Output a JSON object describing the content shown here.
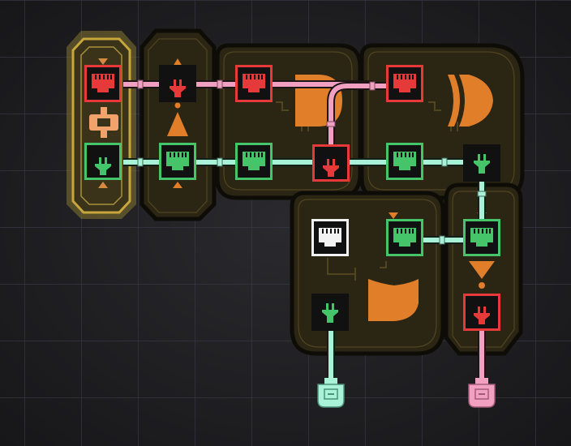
{
  "game": {
    "colors": {
      "background": "#1f1f22",
      "grid_line": "#3a3a48",
      "board_fill": "#2b2513",
      "board_border": "#0e0c07",
      "board_trace": "#514520",
      "symbol_orange": "#e07e2a",
      "red_wire": "#f2a0c2",
      "green_wire": "#a9f2d7",
      "red_port": "#e63a3a",
      "green_port": "#45c46a",
      "white_port": "#f2f2f2",
      "selector_gold": "#c7a63a"
    },
    "modules": [
      {
        "id": "selector-module",
        "state": "selected",
        "icon": "switch-icon"
      },
      {
        "id": "splitter-module",
        "symbol": "triangle"
      },
      {
        "id": "and-gate-module",
        "symbol": "and-gate"
      },
      {
        "id": "xor-gate-module",
        "symbol": "xor-gate"
      },
      {
        "id": "or-gate-module",
        "symbol": "or-gate"
      },
      {
        "id": "not-gate-module",
        "symbol": "triangle-down"
      }
    ],
    "ports": [
      {
        "id": "selector-out-top",
        "color": "red",
        "type": "socket"
      },
      {
        "id": "selector-out-bottom",
        "color": "green",
        "type": "plug"
      },
      {
        "id": "splitter-top",
        "color": "red",
        "type": "plug"
      },
      {
        "id": "splitter-bottom",
        "color": "green",
        "type": "socket"
      },
      {
        "id": "and-in-top",
        "color": "red",
        "type": "socket"
      },
      {
        "id": "and-in-bottom",
        "color": "green",
        "type": "socket"
      },
      {
        "id": "and-out",
        "color": "red",
        "type": "plug"
      },
      {
        "id": "xor-in-top",
        "color": "red",
        "type": "socket"
      },
      {
        "id": "xor-in-bottom",
        "color": "green",
        "type": "socket"
      },
      {
        "id": "xor-out",
        "color": "green",
        "type": "plug"
      },
      {
        "id": "or-in-top",
        "color": "white",
        "type": "socket"
      },
      {
        "id": "or-in-right",
        "color": "green",
        "type": "socket"
      },
      {
        "id": "or-out",
        "color": "green",
        "type": "plug"
      },
      {
        "id": "not-in",
        "color": "green",
        "type": "socket"
      },
      {
        "id": "not-out",
        "color": "red",
        "type": "plug"
      }
    ],
    "outputs": [
      {
        "id": "output-green",
        "color": "green"
      },
      {
        "id": "output-red",
        "color": "red"
      }
    ]
  }
}
